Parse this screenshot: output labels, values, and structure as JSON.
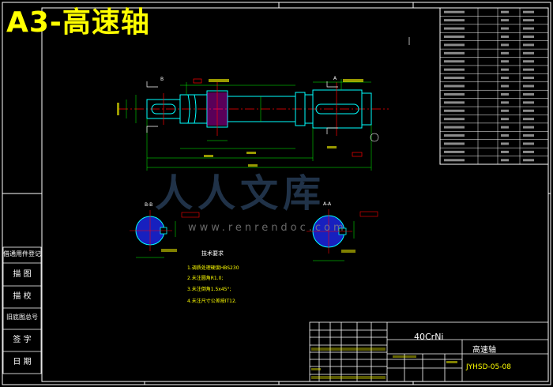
{
  "title": "A3-高速轴",
  "watermark": {
    "text": "人人文库",
    "url": "www.renrendoc.com"
  },
  "side_table": [
    "借通用件登记",
    "描 图",
    "描 校",
    "旧底图总号",
    "签 字",
    "日 期"
  ],
  "title_block": {
    "material": "40CrNi",
    "part_name": "高速轴",
    "drawing_code": "JYHSD-05-08"
  },
  "technical_requirements": {
    "title": "技术要求",
    "items": [
      "1.调质处理硬度HBS230",
      "2.未注圆角R1.0;",
      "3.未注倒角1.5x45°;",
      "4.未注尺寸公差按IT12."
    ]
  },
  "section_labels": {
    "left": "B-B",
    "right": "A-A"
  },
  "view_markers": [
    "A",
    "B"
  ],
  "colors": {
    "background": "#000000",
    "frame": "#ffffff",
    "outline": "#00ffff",
    "center": "#ff0000",
    "dim": "#00ff00",
    "yellow": "#ffff00",
    "hub": "#1f2bff",
    "hatch": "#ff00ff"
  }
}
